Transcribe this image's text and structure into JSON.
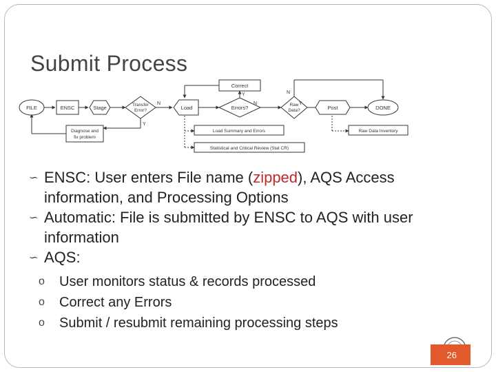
{
  "title": "Submit Process",
  "diagram": {
    "nodes": {
      "file": "FILE",
      "ensc": "ENSC",
      "stage": "Stage",
      "transfer_line1": "Transfer",
      "transfer_line2": "Error?",
      "load": "Load",
      "errors": "Errors?",
      "raw_line1": "Raw",
      "raw_line2": "Data?",
      "post": "Post",
      "done": "DONE",
      "correct": "Correct",
      "diagnose_line1": "Diagnose and",
      "diagnose_line2": "fix problem",
      "load_summary": "Load Summary and Errors",
      "stat_review": "Statistical and Critical Review (Stat CR)",
      "raw_inventory": "Raw Data Inventory"
    },
    "edge_labels": {
      "n": "N",
      "y": "Y"
    }
  },
  "bullets": {
    "b1_prefix": "ENSC: User enters File name (",
    "b1_highlight": "zipped",
    "b1_suffix": "), AQS Access information, and Processing Options",
    "b2": "Automatic:  File is submitted by ENSC to AQS with user information",
    "b3": "AQS:",
    "subs": [
      "User monitors status & records processed",
      "Correct any Errors",
      "Submit / resubmit remaining processing steps"
    ],
    "marker": "o"
  },
  "page_number": "26",
  "colors": {
    "accent": "#e2592b",
    "highlight": "#c0282a"
  }
}
